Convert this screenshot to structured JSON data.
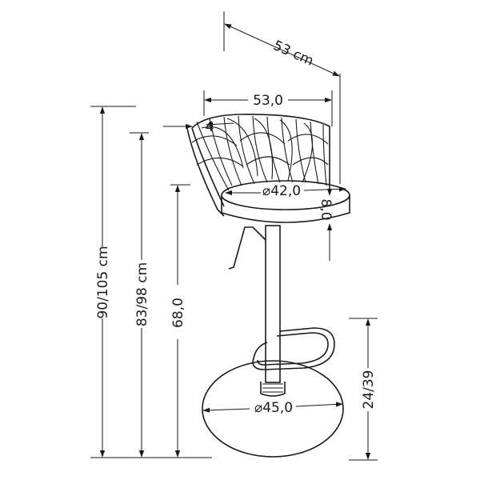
{
  "dimensions": {
    "total_depth": "53 cm",
    "seat_width": "53,0",
    "back_thickness": "4",
    "seat_diameter": "⌀42,0",
    "seat_thickness": "8,0",
    "total_height": "90/105 cm",
    "back_height": "83/98 cm",
    "seat_height": "68,0",
    "footrest_height": "24/39",
    "base_diameter": "⌀45,0"
  }
}
